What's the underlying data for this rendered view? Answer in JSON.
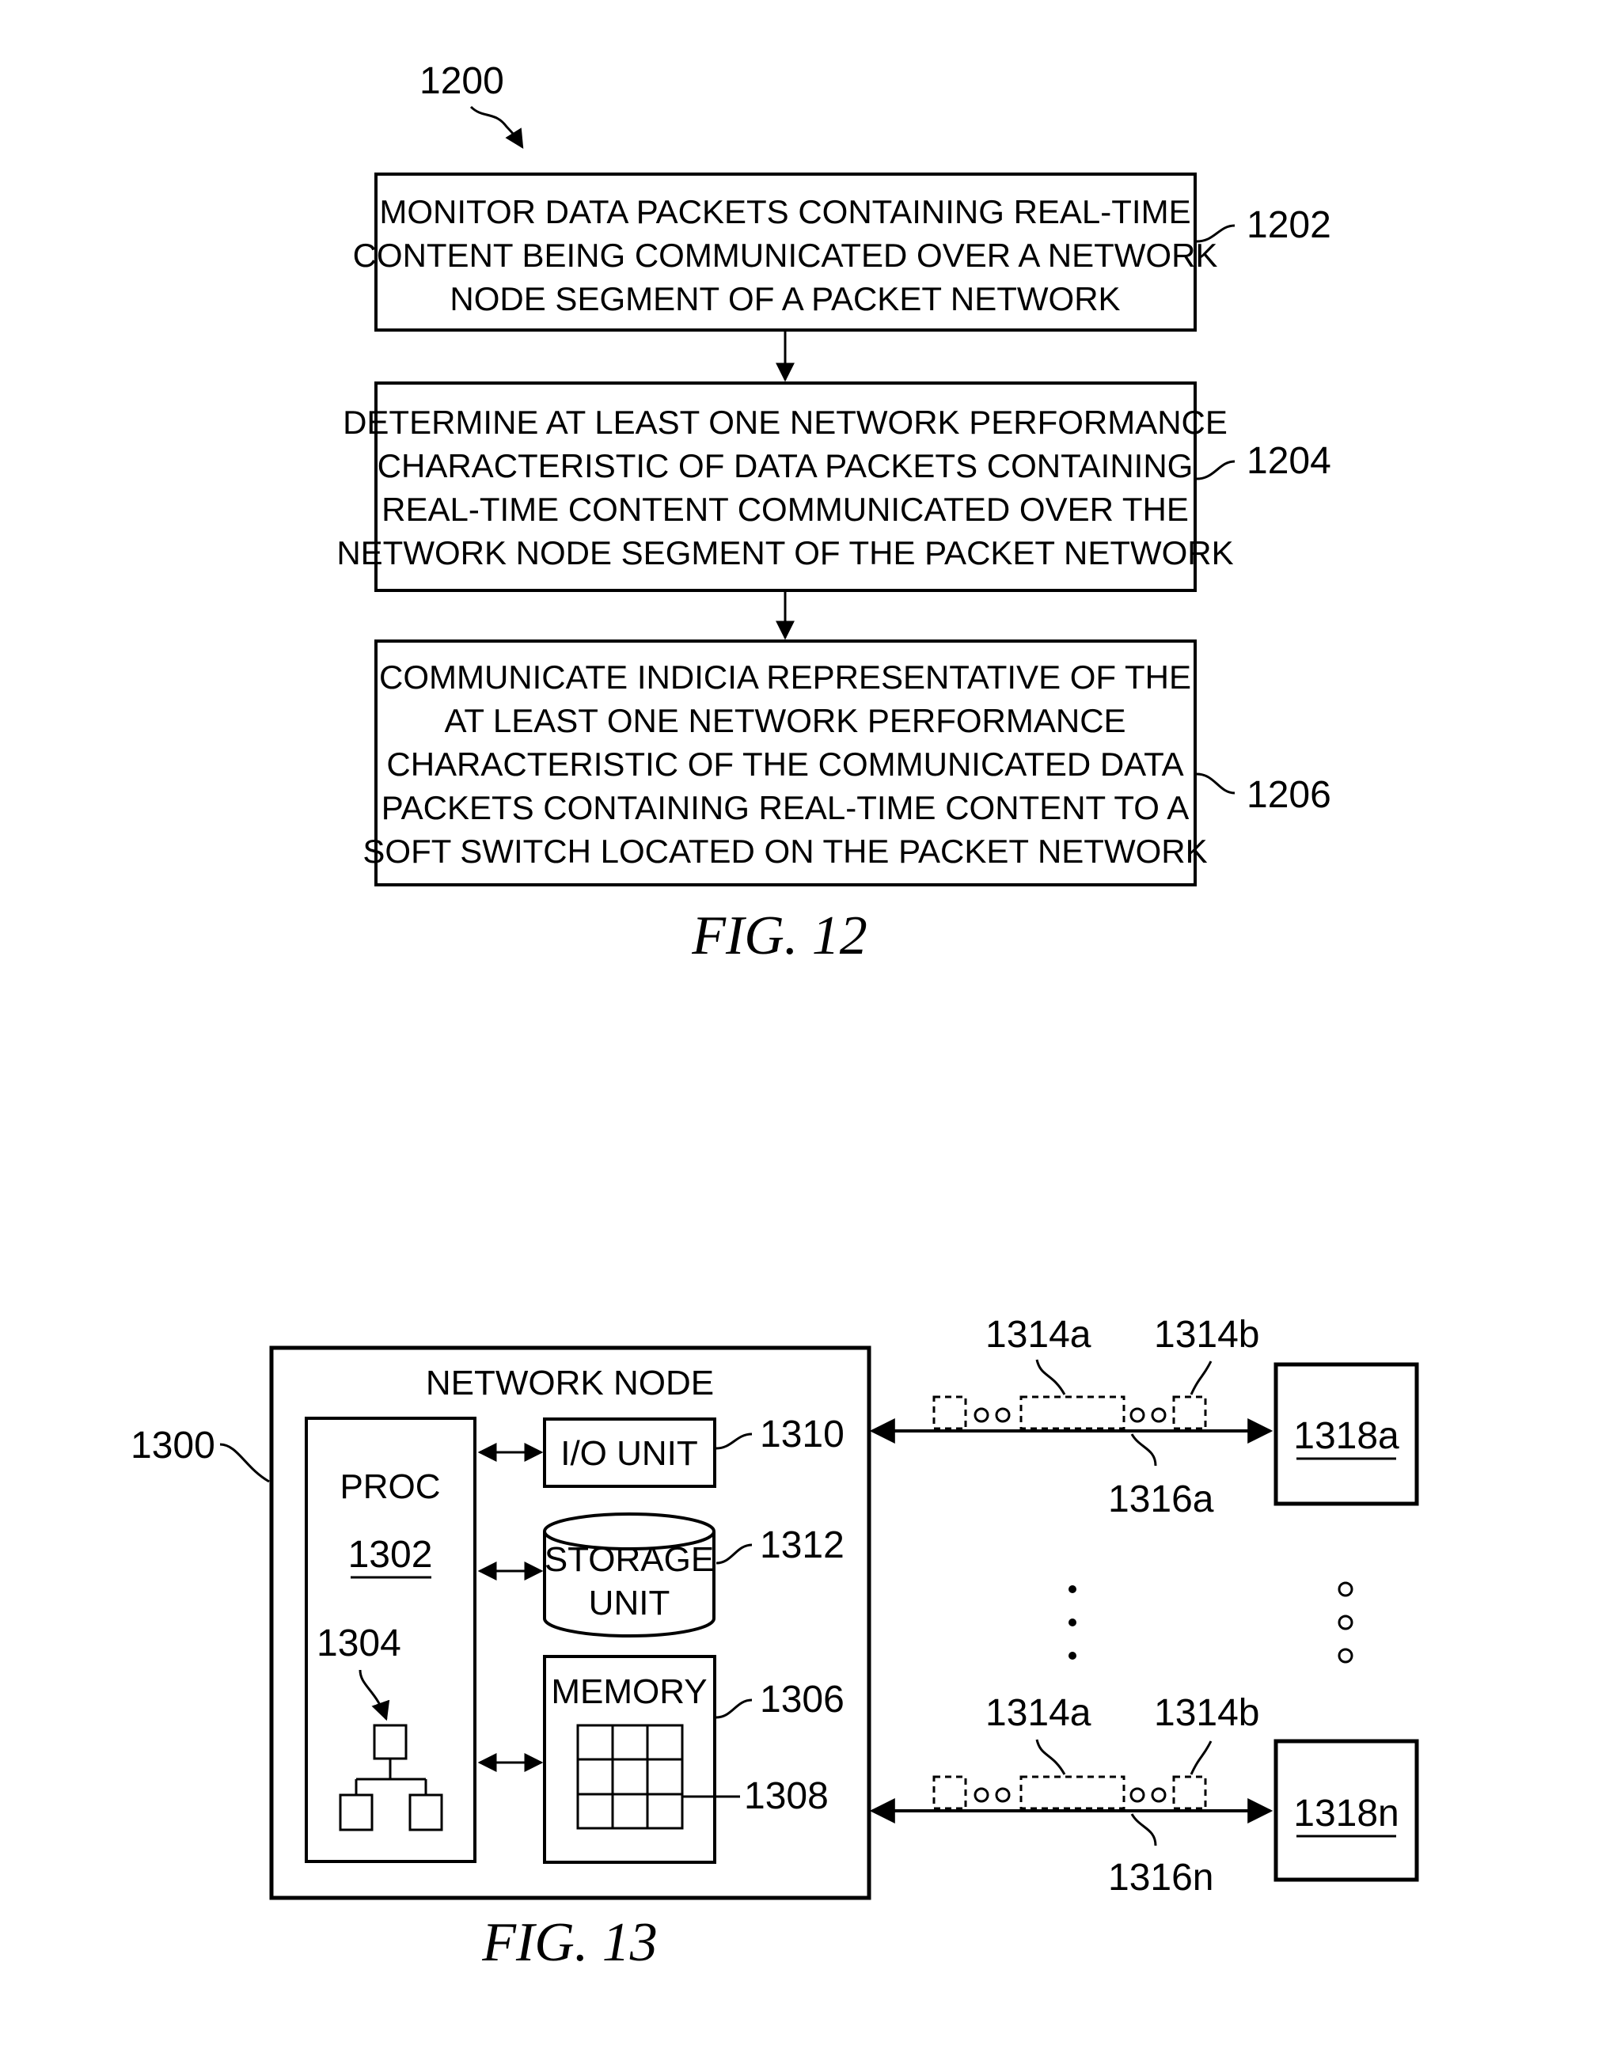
{
  "fig12": {
    "ref_number": "1200",
    "caption": "FIG. 12",
    "steps": [
      {
        "ref": "1202",
        "lines": [
          "MONITOR DATA PACKETS CONTAINING REAL-TIME",
          "CONTENT BEING COMMUNICATED OVER A NETWORK",
          "NODE SEGMENT OF A PACKET NETWORK"
        ]
      },
      {
        "ref": "1204",
        "lines": [
          "DETERMINE AT LEAST ONE NETWORK PERFORMANCE",
          "CHARACTERISTIC OF DATA PACKETS CONTAINING",
          "REAL-TIME CONTENT COMMUNICATED OVER THE",
          "NETWORK NODE SEGMENT OF THE PACKET NETWORK"
        ]
      },
      {
        "ref": "1206",
        "lines": [
          "COMMUNICATE INDICIA REPRESENTATIVE OF THE",
          "AT LEAST ONE NETWORK PERFORMANCE",
          "CHARACTERISTIC OF THE COMMUNICATED DATA",
          "PACKETS CONTAINING REAL-TIME CONTENT TO A",
          "SOFT SWITCH LOCATED ON THE PACKET NETWORK"
        ]
      }
    ]
  },
  "fig13": {
    "caption": "FIG. 13",
    "node_ref": "1300",
    "node_title": "NETWORK NODE",
    "proc_label": "PROC",
    "proc_ref": "1302",
    "tree_ref": "1304",
    "io_label": "I/O UNIT",
    "io_ref": "1310",
    "storage_label_1": "STORAGE",
    "storage_label_2": "UNIT",
    "storage_ref": "1312",
    "memory_label": "MEMORY",
    "memory_ref": "1306",
    "grid_ref": "1308",
    "links": [
      {
        "packet_a": "1314a",
        "packet_b": "1314b",
        "link_ref": "1316a",
        "dest": "1318a"
      },
      {
        "packet_a": "1314a",
        "packet_b": "1314b",
        "link_ref": "1316n",
        "dest": "1318n"
      }
    ]
  }
}
